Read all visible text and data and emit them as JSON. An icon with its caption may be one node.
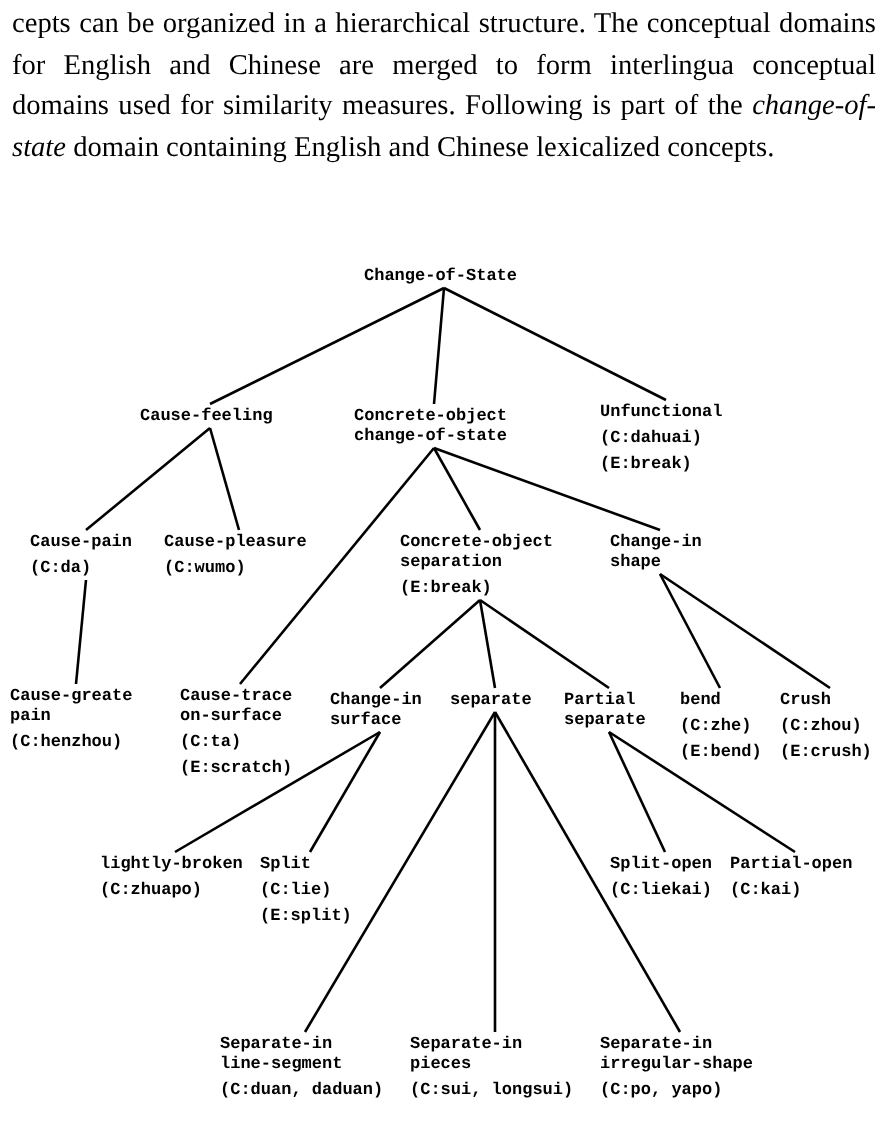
{
  "diagram": {
    "nodes": [
      {
        "text": [
          "Change-of-State"
        ]
      },
      {
        "text": [
          "Cause-feeling"
        ]
      },
      {
        "text": [
          "Concrete-object change-of-state"
        ]
      },
      {
        "text": [
          "Unfunctional",
          "(C:dahuai)",
          "(E:break)"
        ]
      },
      {
        "text": [
          "Cause-pain",
          "(C:da)"
        ]
      },
      {
        "text": [
          "Cause-pleasure",
          "(C:wumo)"
        ]
      },
      {
        "text": [
          "Concrete-object separation",
          "(E:break)"
        ]
      },
      {
        "text": [
          "Change-in shape"
        ]
      },
      {
        "text": [
          "Cause-greate pain",
          "(C:henzhou)"
        ]
      },
      {
        "text": [
          "Cause-trace on-surface",
          "(C:ta)",
          "(E:scratch)"
        ]
      },
      {
        "text": [
          "Change-in surface"
        ]
      },
      {
        "text": [
          "separate"
        ]
      },
      {
        "text": [
          "Partial separate"
        ]
      },
      {
        "text": [
          "bend",
          "(C:zhe)",
          "(E:bend)"
        ]
      },
      {
        "text": [
          "Crush",
          "(C:zhou)",
          "(E:crush)"
        ]
      },
      {
        "text": [
          "lightly-broken",
          "(C:zhuapo)"
        ]
      },
      {
        "text": [
          "Split",
          "(C:lie)",
          "(E:split)"
        ]
      },
      {
        "text": [
          "Split-open",
          "(C:liekai)"
        ]
      },
      {
        "text": [
          "Partial-open",
          "(C:kai)"
        ]
      },
      {
        "text": [
          "Separate-in line-segment",
          "(C:duan, daduan)"
        ]
      },
      {
        "text": [
          "Separate-in pieces",
          "(C:sui, longsui)"
        ]
      },
      {
        "text": [
          "Separate-in irregular-shape",
          "(C:po, yapo)"
        ]
      }
    ],
    "edges": [
      {
        "from": 0,
        "to": 1,
        "arrow": "none"
      },
      {
        "from": 0,
        "to": 2,
        "arrow": "none"
      },
      {
        "from": 0,
        "to": 3,
        "arrow": "none"
      },
      {
        "from": 1,
        "to": 4,
        "arrow": "none"
      },
      {
        "from": 1,
        "to": 5,
        "arrow": "none"
      },
      {
        "from": 2,
        "to": 9,
        "arrow": "none"
      },
      {
        "from": 2,
        "to": 6,
        "arrow": "none"
      },
      {
        "from": 2,
        "to": 7,
        "arrow": "none"
      },
      {
        "from": 4,
        "to": 8,
        "arrow": "none"
      },
      {
        "from": 6,
        "to": 10,
        "arrow": "none"
      },
      {
        "from": 6,
        "to": 11,
        "arrow": "none"
      },
      {
        "from": 6,
        "to": 12,
        "arrow": "none"
      },
      {
        "from": 7,
        "to": 13,
        "arrow": "none"
      },
      {
        "from": 7,
        "to": 14,
        "arrow": "none"
      },
      {
        "from": 10,
        "to": 15,
        "arrow": "none"
      },
      {
        "from": 10,
        "to": 16,
        "arrow": "none"
      },
      {
        "from": 11,
        "to": 19,
        "arrow": "none"
      },
      {
        "from": 11,
        "to": 20,
        "arrow": "none"
      },
      {
        "from": 11,
        "to": 21,
        "arrow": "none"
      },
      {
        "from": 12,
        "to": 17,
        "arrow": "none"
      },
      {
        "from": 12,
        "to": 18,
        "arrow": "none"
      }
    ],
    "labels": [
      "cepts can be organized in a hierarchical structure. The conceptual domains for English and Chinese are merged to form interlingua conceptual domains used for similarity measures. Following is part of the *change-of-state* domain containing English and Chinese lexicalized concepts."
    ]
  }
}
